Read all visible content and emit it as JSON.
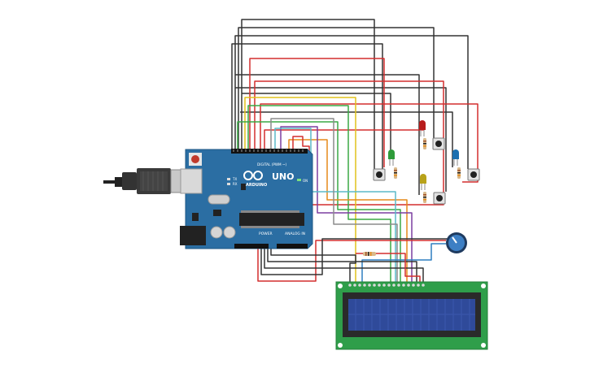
{
  "board": {
    "brand": "ARDUINO",
    "model": "UNO",
    "digital_label": "DIGITAL (PWM ~)",
    "power_label": "POWER",
    "analog_label": "ANALOG IN",
    "tx_label": "TX",
    "rx_label": "RX",
    "on_label": "ON"
  },
  "colors": {
    "board": "#2b6ea3",
    "lcd_pcb": "#2f9e4a",
    "lcd_screen": "#2f4a9a",
    "wire_black": "#333333",
    "wire_red": "#d32f2f",
    "wire_yellow": "#e1c21a",
    "wire_green": "#3aa845",
    "wire_orange": "#e58a1a",
    "wire_purple": "#7b3fa0",
    "wire_cyan": "#5bbac8",
    "wire_gray": "#8c8c8c",
    "wire_blue": "#2f7fc0",
    "led_red": "#b71c1c",
    "led_green": "#2e9b3a",
    "led_yellow": "#b8a21a",
    "led_blue": "#1c6fb0"
  }
}
